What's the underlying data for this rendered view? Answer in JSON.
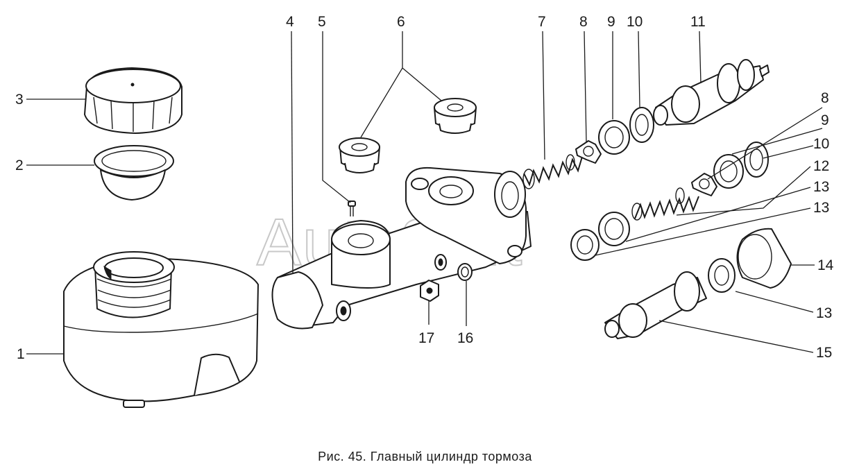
{
  "caption": "Рис. 45. Главный цилиндр тормоза",
  "watermark": "AutoSoft",
  "callouts": {
    "n1": "1",
    "n2": "2",
    "n3": "3",
    "n4": "4",
    "n5": "5",
    "n6": "6",
    "n7": "7",
    "n8a": "8",
    "n9a": "9",
    "n10a": "10",
    "n11": "11",
    "n8b": "8",
    "n9b": "9",
    "n10b": "10",
    "n12": "12",
    "n13a": "13",
    "n13b": "13",
    "n14": "14",
    "n13c": "13",
    "n15": "15",
    "n16": "16",
    "n17": "17"
  },
  "colors": {
    "line": "#1a1a1a",
    "watermark": "#c8c8c8",
    "background": "#ffffff"
  }
}
